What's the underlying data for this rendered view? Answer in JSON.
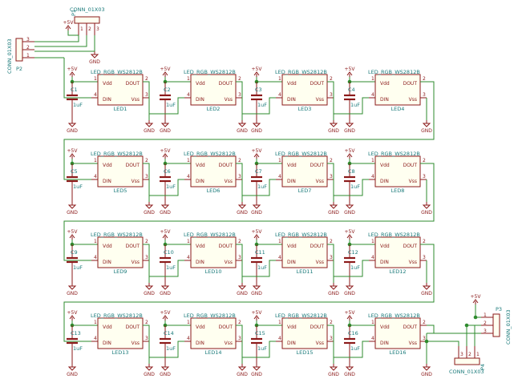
{
  "power": {
    "vcc": "+5V",
    "gnd": "GND"
  },
  "led_part": {
    "value": "LED_RGB_WS2812B",
    "pin_vdd": "Vdd",
    "pin_dout": "DOUT",
    "pin_din": "DIN",
    "pin_vss": "Vss",
    "pin_numbers": [
      "1",
      "2",
      "3",
      "4"
    ]
  },
  "capacitor_value": "1uF",
  "leds": [
    {
      "ref": "LED1",
      "cap": "C1"
    },
    {
      "ref": "LED2",
      "cap": "C2"
    },
    {
      "ref": "LED3",
      "cap": "C3"
    },
    {
      "ref": "LED4",
      "cap": "C4"
    },
    {
      "ref": "LED5",
      "cap": "C5"
    },
    {
      "ref": "LED6",
      "cap": "C6"
    },
    {
      "ref": "LED7",
      "cap": "C7"
    },
    {
      "ref": "LED8",
      "cap": "C8"
    },
    {
      "ref": "LED9",
      "cap": "C9"
    },
    {
      "ref": "LED10",
      "cap": "C10"
    },
    {
      "ref": "LED11",
      "cap": "C11"
    },
    {
      "ref": "LED12",
      "cap": "C12"
    },
    {
      "ref": "LED13",
      "cap": "C13"
    },
    {
      "ref": "LED14",
      "cap": "C14"
    },
    {
      "ref": "LED15",
      "cap": "C15"
    },
    {
      "ref": "LED16",
      "cap": "C16"
    }
  ],
  "connectors": [
    {
      "ref": "P1",
      "value": "CONN_01X03",
      "pins": [
        "1",
        "2",
        "3"
      ]
    },
    {
      "ref": "P2",
      "value": "CONN_01X03",
      "pins": [
        "3",
        "2",
        "1"
      ]
    },
    {
      "ref": "P3",
      "value": "CONN_01X03",
      "pins": [
        "1",
        "2",
        "3"
      ]
    },
    {
      "ref": "P4",
      "value": "CONN_01X03",
      "pins": [
        "3",
        "2",
        "1"
      ]
    }
  ]
}
